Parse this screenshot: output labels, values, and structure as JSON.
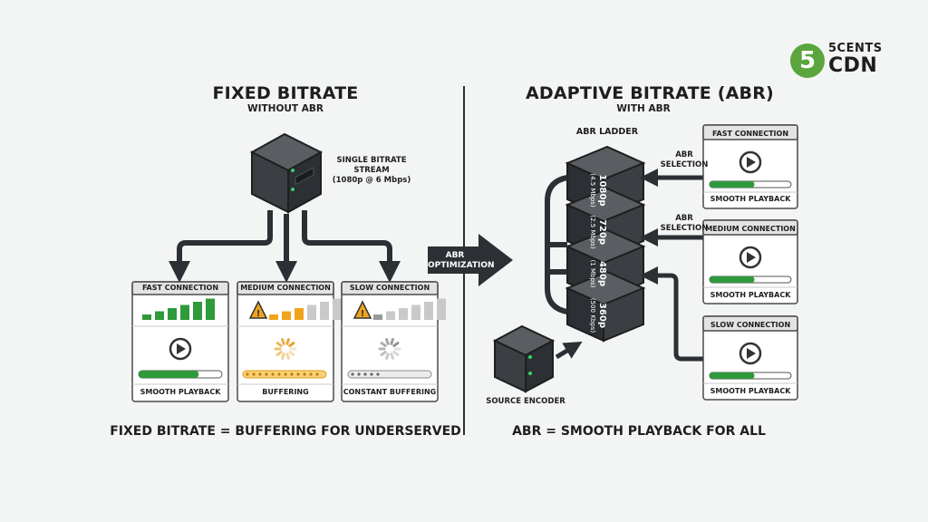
{
  "logo": {
    "mark": "5",
    "line1": "5CENTS",
    "line2": "CDN"
  },
  "left": {
    "title": "FIXED BITRATE",
    "subtitle": "WITHOUT ABR",
    "stream_label": [
      "SINGLE BITRATE",
      "STREAM",
      "(1080p @ 6 Mbps)"
    ],
    "cards": [
      {
        "header": "FAST CONNECTION",
        "status": "SMOOTH PLAYBACK",
        "signal_bars": 6,
        "warning": false,
        "player": "play-icon",
        "progress": 0.72,
        "bar_color": "#2e9a3a"
      },
      {
        "header": "MEDIUM CONNECTION",
        "status": "BUFFERING",
        "signal_bars": 3,
        "warning": true,
        "player": "loading-spinner-icon",
        "progress": 1.0,
        "bar_color": "#f0a41c"
      },
      {
        "header": "SLOW CONNECTION",
        "status": "CONSTANT BUFFERING",
        "signal_bars": 1,
        "warning": true,
        "player": "loading-spinner-icon",
        "progress": 0.2,
        "bar_color": "#9a9a9a"
      }
    ],
    "footer": "FIXED BITRATE = BUFFERING FOR UNDERSERVED"
  },
  "middle": {
    "arrow_label": [
      "ABR",
      "OPTIMIZATION"
    ]
  },
  "right": {
    "title": "ADAPTIVE BITRATE (ABR)",
    "subtitle": "WITH ABR",
    "ladder_label": "ABR LADDER",
    "ladder": [
      {
        "quality": "1080p",
        "bitrate": "(4.5 Mbps)"
      },
      {
        "quality": "720p",
        "bitrate": "(2.5 Mbps)"
      },
      {
        "quality": "480p",
        "bitrate": "(1 Mbps)"
      },
      {
        "quality": "360p",
        "bitrate": "(500 Kbps)"
      }
    ],
    "selection_label": [
      "ABR",
      "SELECTION"
    ],
    "encoder_label": "SOURCE ENCODER",
    "cards": [
      {
        "header": "FAST CONNECTION",
        "status": "SMOOTH PLAYBACK",
        "progress": 0.55
      },
      {
        "header": "MEDIUM CONNECTION",
        "status": "SMOOTH PLAYBACK",
        "progress": 0.55
      },
      {
        "header": "SLOW CONNECTION",
        "status": "SMOOTH PLAYBACK",
        "progress": 0.55
      }
    ],
    "footer": "ABR = SMOOTH PLAYBACK FOR ALL"
  },
  "colors": {
    "green": "#2e9a3a",
    "orange": "#f0a41c",
    "gray": "#9a9a9a",
    "dark": "#2c2f33",
    "background": "#f3f4f4"
  }
}
